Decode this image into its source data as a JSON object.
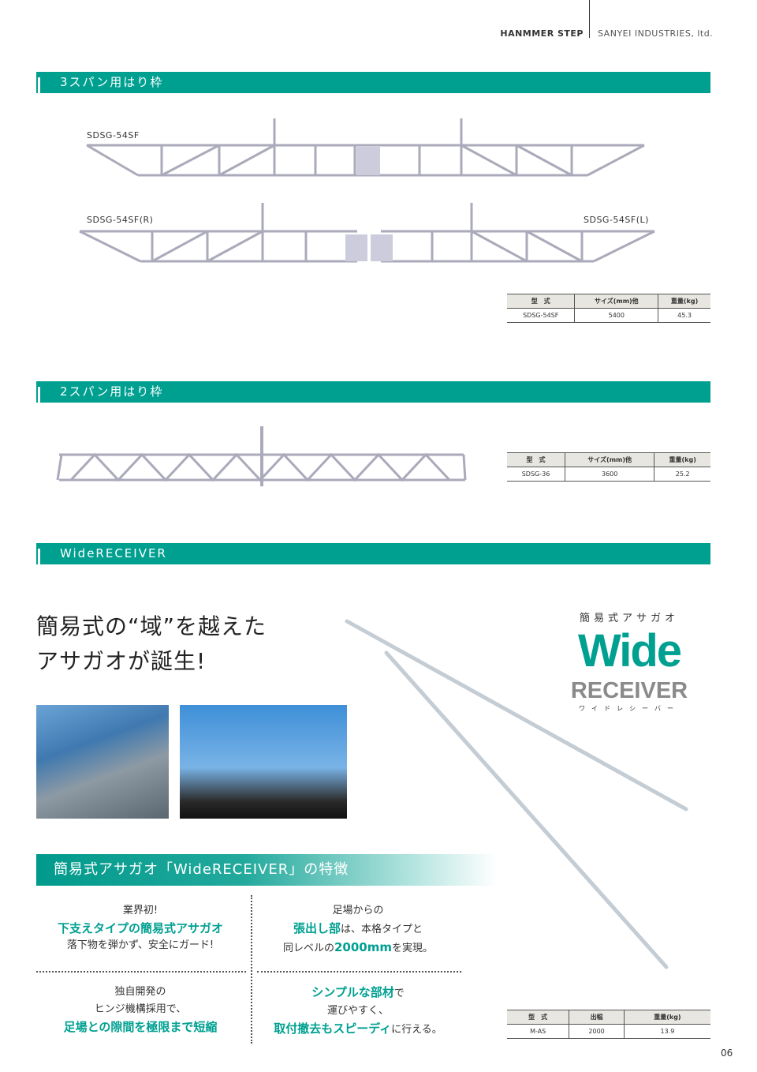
{
  "header": {
    "brand": "HANMMER STEP",
    "company": "SANYEI INDUSTRIES, ltd."
  },
  "sections": [
    {
      "title": "3スパン用はり枠",
      "labels": [
        "SDSG-54SF",
        "SDSG-54SF(R)",
        "SDSG-54SF(L)"
      ],
      "table": {
        "headers": [
          "型　式",
          "サイズ(mm)他",
          "重量(kg)"
        ],
        "row": [
          "SDSG-54SF",
          "5400",
          "45.3"
        ]
      }
    },
    {
      "title": "2スパン用はり枠",
      "table": {
        "headers": [
          "型　式",
          "サイズ(mm)他",
          "重量(kg)"
        ],
        "row": [
          "SDSG-36",
          "3600",
          "25.2"
        ]
      }
    },
    {
      "title": "WideRECEIVER"
    }
  ],
  "wide": {
    "headline": [
      "簡易式の“域”を越えた",
      "アサガオが誕生!"
    ],
    "logo": {
      "top": "簡易式アサガオ",
      "main": "Wide",
      "sub": "RECEIVER",
      "kana": "ワイドレシーバー"
    },
    "features_title": "簡易式アサガオ「WideRECEIVER」の特徴",
    "features": [
      {
        "a": "業界初!",
        "b": "下支えタイプの簡易式アサガオ",
        "c": "落下物を弾かず、安全にガード!"
      },
      {
        "a": "足場からの",
        "b": "張出し部",
        "b2": "は、本格タイプと",
        "c1": "同レベルの",
        "c2": "2000mm",
        "c3": "を実現。"
      },
      {
        "a": "独自開発の",
        "b": "ヒンジ機構採用で、",
        "c": "足場との隙間を極限まで短縮"
      },
      {
        "a": "シンプルな部材",
        "a2": "で",
        "b": "運びやすく、",
        "c": "取付撤去もスピーディ",
        "c2": "に行える。"
      }
    ],
    "table": {
      "headers": [
        "型　式",
        "出幅",
        "重量(kg)"
      ],
      "row": [
        "M-AS",
        "2000",
        "13.9"
      ]
    }
  },
  "page_number": "06"
}
